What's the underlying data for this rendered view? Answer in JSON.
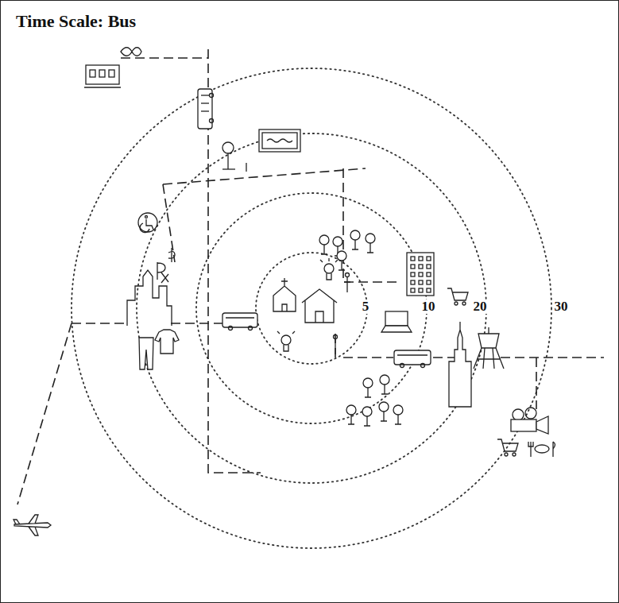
{
  "diagram": {
    "title": "Time Scale: Bus",
    "labels": [
      "5",
      "10",
      "20",
      "30"
    ]
  }
}
